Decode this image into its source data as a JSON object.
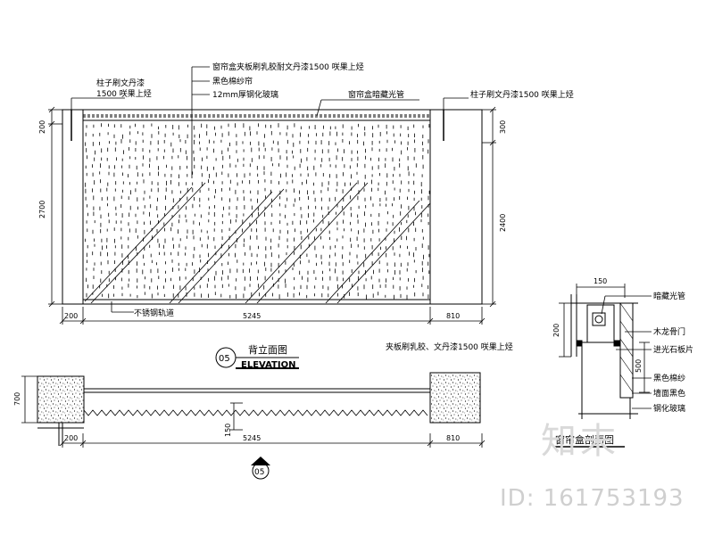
{
  "elevation": {
    "annotations": {
      "curtain_box_top": "窗帘盒夹板刷乳胶耐文丹漆1500 咲果上烃",
      "black_curtain": "黑色棉纱帘",
      "glass_12mm": "12mm厚钢化玻璃",
      "left_column": "柱子刷文丹漆",
      "left_column_sub": "1500 咲果上烃",
      "curtain_box_light": "窗帘盒暗藏光管",
      "right_column": "柱子刷文丹漆1500 咲果上烃",
      "bottom_rail": "不锈钢轨道"
    },
    "dims_left": [
      "200",
      "2700"
    ],
    "dims_right": [
      "300",
      "2400"
    ],
    "dims_bottom": [
      "200",
      "5245",
      "810"
    ]
  },
  "title": {
    "number": "05",
    "chinese": "背立面图",
    "english": "ELEVATION"
  },
  "plan": {
    "dim_left": "700",
    "dim_mid": "150",
    "dims_bottom": [
      "200",
      "5245",
      "810"
    ],
    "section_number": "05"
  },
  "section": {
    "dim_top": "150",
    "dim_left": "200",
    "dim_right": "500",
    "labels": [
      "暗藏光管",
      "木龙骨门",
      "进光石板片",
      "黑色棉纱",
      "墙面黑色",
      "钢化玻璃"
    ],
    "left_label": "夹板刷乳胶、文丹漆1500 咲果上烃",
    "title": "窗帘盒剖面图"
  },
  "watermark": {
    "logo": "知末",
    "id": "ID: 161753193"
  }
}
